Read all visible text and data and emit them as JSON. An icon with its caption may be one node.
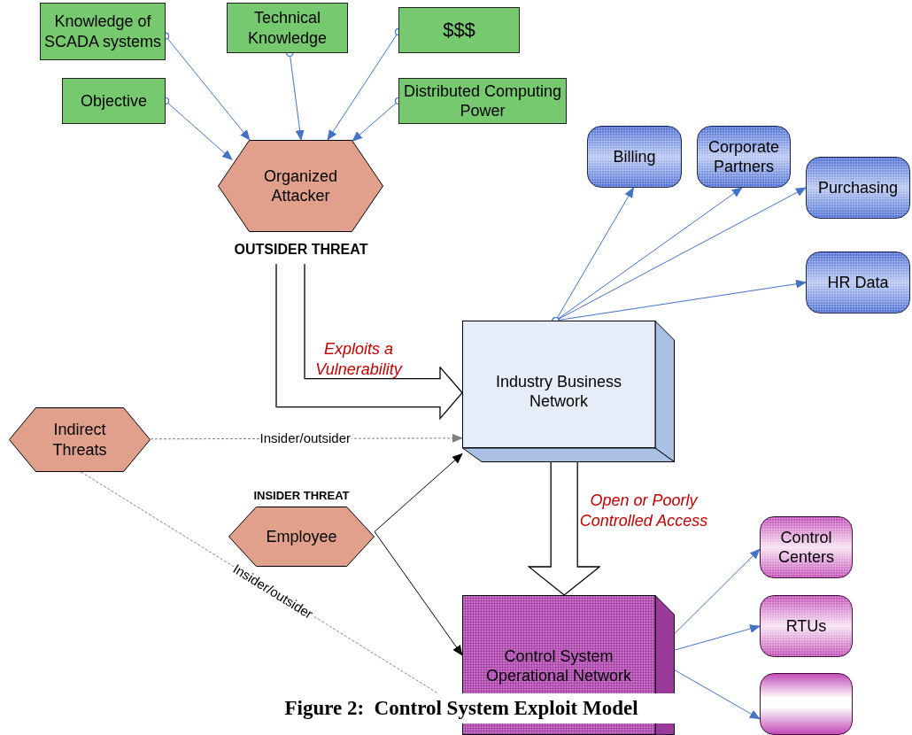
{
  "diagram": {
    "caption": "Figure 2:  Control System Exploit Model",
    "nodes": [
      {
        "text": [
          "Knowledge of SCADA systems"
        ]
      },
      {
        "text": [
          "Technical Knowledge"
        ]
      },
      {
        "text": [
          "$$$"
        ]
      },
      {
        "text": [
          "Objective"
        ]
      },
      {
        "text": [
          "Distributed Computing Power"
        ]
      },
      {
        "text": [
          "Organized Attacker"
        ],
        "beside": [
          "OUTSIDER THREAT"
        ]
      },
      {
        "text": [
          "Billing"
        ]
      },
      {
        "text": [
          "Corporate Partners"
        ]
      },
      {
        "text": [
          "Purchasing"
        ]
      },
      {
        "text": [
          "HR Data"
        ]
      },
      {
        "text": [
          "Industry Business Network"
        ]
      },
      {
        "text": [
          "Indirect Threats"
        ]
      },
      {
        "text": [
          "Employee"
        ],
        "beside": [
          "INSIDER THREAT"
        ]
      },
      {
        "text": [
          "Control System Operational Network"
        ]
      },
      {
        "text": [
          "Control Centers"
        ]
      },
      {
        "text": [
          "RTUs"
        ]
      },
      {
        "text": [],
        "shape": "box"
      }
    ],
    "edges": [
      {
        "from": 0,
        "to": 5,
        "arrow": "to"
      },
      {
        "from": 1,
        "to": 5,
        "arrow": "to"
      },
      {
        "from": 2,
        "to": 5,
        "arrow": "to"
      },
      {
        "from": 3,
        "to": 5,
        "arrow": "to"
      },
      {
        "from": 4,
        "to": 5,
        "arrow": "to"
      },
      {
        "from": 5,
        "to": 10,
        "arrow": "to",
        "label": "Exploits a Vulnerability",
        "style": "thick",
        "color": "#000000"
      },
      {
        "from": 10,
        "to": 6,
        "arrow": "to"
      },
      {
        "from": 10,
        "to": 7,
        "arrow": "to"
      },
      {
        "from": 10,
        "to": 8,
        "arrow": "to"
      },
      {
        "from": 10,
        "to": 9,
        "arrow": "to"
      },
      {
        "from": 11,
        "to": 10,
        "arrow": "to",
        "label": "Insider/outsider",
        "style": "dashed",
        "color": "#808080"
      },
      {
        "from": 11,
        "to": 13,
        "arrow": "none",
        "label": "Insider/outsider",
        "style": "dashed",
        "color": "#808080"
      },
      {
        "from": 12,
        "to": 10,
        "arrow": "to",
        "color": "#000000"
      },
      {
        "from": 12,
        "to": 13,
        "arrow": "to",
        "color": "#000000"
      },
      {
        "from": 10,
        "to": 13,
        "arrow": "to",
        "label": "Open or Poorly Controlled Access",
        "style": "thick",
        "color": "#000000"
      },
      {
        "from": 13,
        "to": 14,
        "arrow": "to"
      },
      {
        "from": 13,
        "to": 15,
        "arrow": "to"
      },
      {
        "from": 13,
        "to": 16,
        "arrow": "to"
      }
    ]
  }
}
